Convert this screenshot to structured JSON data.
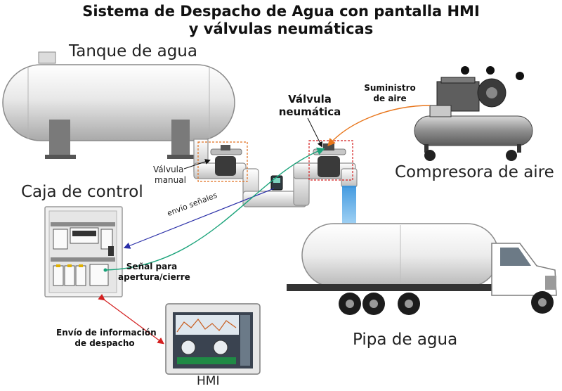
{
  "title": {
    "line1": "Sistema de Despacho de Agua con pantalla HMI",
    "line2": "y válvulas neumáticas"
  },
  "components": {
    "tank": "Tanque de agua",
    "pneumatic_valve_line1": "Válvula",
    "pneumatic_valve_line2": "neumática",
    "air_supply_line1": "Suministro",
    "air_supply_line2": "de aire",
    "compressor": "Compresora de aire",
    "manual_valve_line1": "Válvula",
    "manual_valve_line2": "manual",
    "control_box": "Caja de control",
    "truck": "Pipa de agua",
    "hmi": "HMI"
  },
  "signals": {
    "sensor_signals": "envío señales",
    "open_close_line1": "Señal para",
    "open_close_line2": "apertura/cierre",
    "dispatch_info_line1": "Envío de información",
    "dispatch_info_line2": "de despacho"
  },
  "colors": {
    "sensor_signal_line": "#2a2fa8",
    "open_close_signal_line": "#1aa37a",
    "air_supply_line": "#e8751a",
    "dispatch_info_line": "#d42020",
    "valve_highlight_box": "#e07020",
    "water_stream": "#4aa8e8"
  }
}
